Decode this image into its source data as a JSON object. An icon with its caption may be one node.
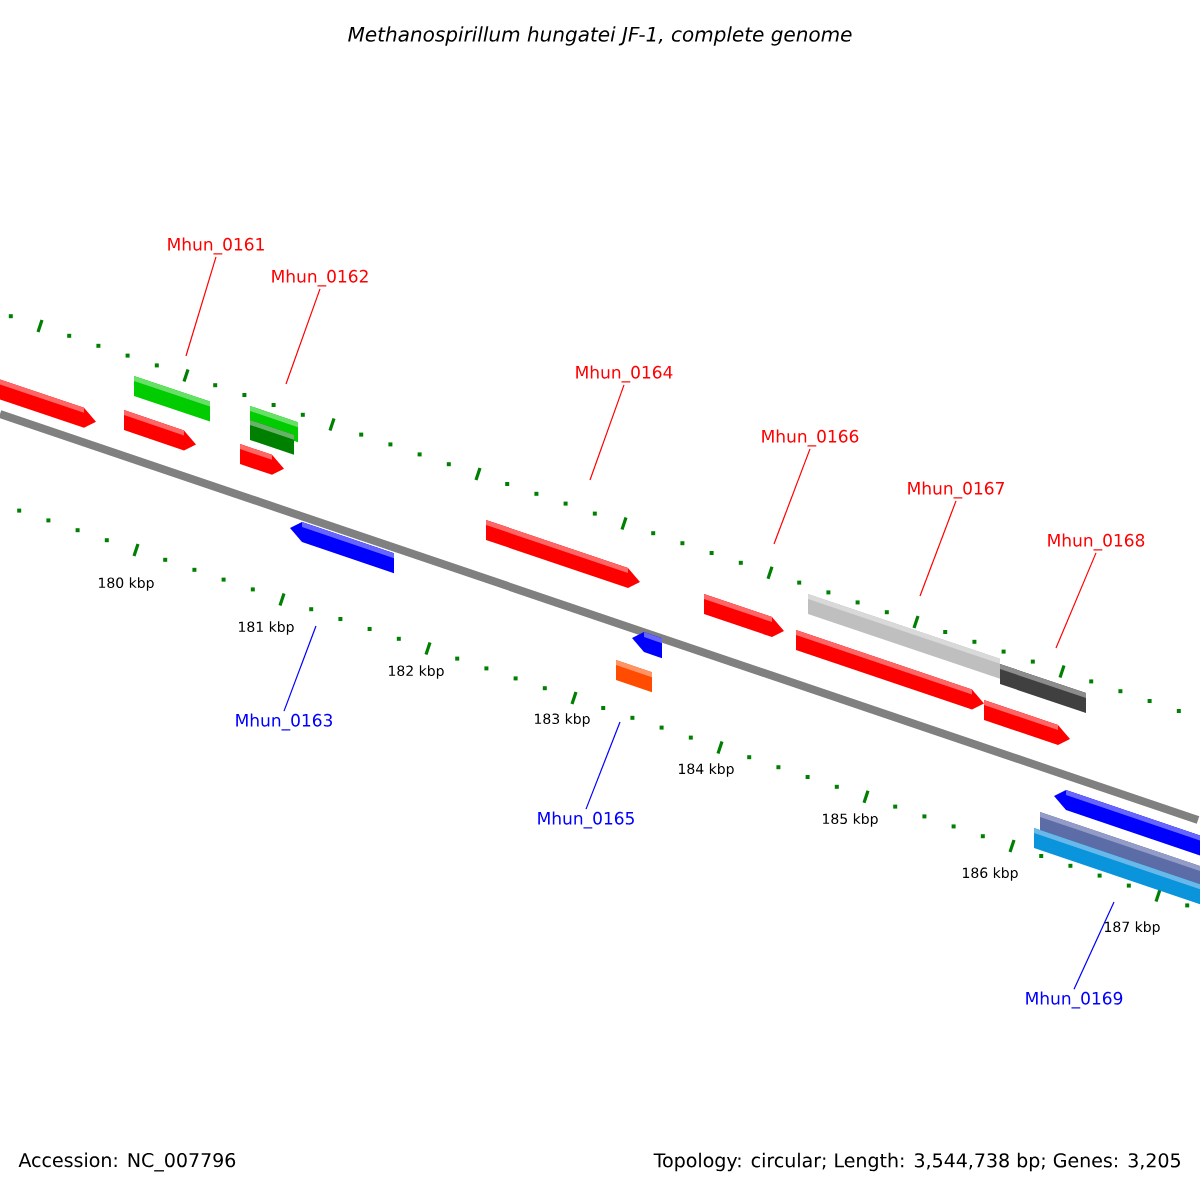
{
  "diagram": {
    "title": "Methanospirillum hungatei JF-1, complete genome",
    "nodes": [
      {
        "text": [
          "Mhun_0161"
        ]
      },
      {
        "text": [
          "Mhun_0162"
        ]
      },
      {
        "text": [
          "Mhun_0164"
        ]
      },
      {
        "text": [
          "Mhun_0166"
        ]
      },
      {
        "text": [
          "Mhun_0167"
        ]
      },
      {
        "text": [
          "Mhun_0168"
        ]
      },
      {
        "text": [
          "Mhun_0163"
        ]
      },
      {
        "text": [
          "Mhun_0165"
        ]
      },
      {
        "text": [
          "Mhun_0169"
        ]
      }
    ],
    "edges": [
      {
        "from": 0,
        "to": null,
        "arrow": "none"
      },
      {
        "from": 1,
        "to": null,
        "arrow": "none"
      },
      {
        "from": 2,
        "to": null,
        "arrow": "none"
      },
      {
        "from": 3,
        "to": null,
        "arrow": "none"
      },
      {
        "from": 4,
        "to": null,
        "arrow": "none"
      },
      {
        "from": 5,
        "to": null,
        "arrow": "none"
      },
      {
        "from": 6,
        "to": null,
        "arrow": "none",
        "color": "#0000ff"
      },
      {
        "from": 7,
        "to": null,
        "arrow": "none",
        "color": "#0000ff"
      },
      {
        "from": 8,
        "to": null,
        "arrow": "none",
        "color": "#0000ff"
      }
    ],
    "labels": [
      "180 kbp",
      "181 kbp",
      "182 kbp",
      "183 kbp",
      "184 kbp",
      "185 kbp",
      "186 kbp",
      "187 kbp",
      "Accession: NC_007796",
      "Topology: circular; Length: 3,544,738 bp; Genes: 3,205"
    ]
  }
}
